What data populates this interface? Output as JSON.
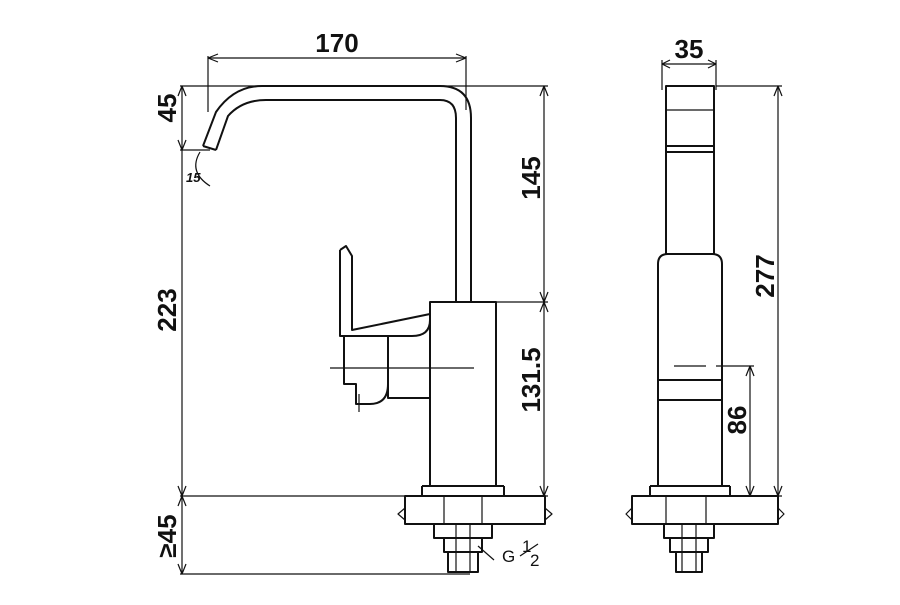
{
  "drawing": {
    "front": {
      "width_top": "170",
      "spout_drop": "45",
      "spout_angle": "15",
      "spout_height": "145",
      "total_height": "223",
      "lever_height": "131.5",
      "base_depth": "≥45",
      "thread": "G",
      "thread_fraction_num": "1",
      "thread_fraction_den": "2"
    },
    "side": {
      "width_top": "35",
      "total_height": "277",
      "handle_height": "86"
    },
    "colors": {
      "line": "#111111",
      "background": "#ffffff"
    }
  }
}
